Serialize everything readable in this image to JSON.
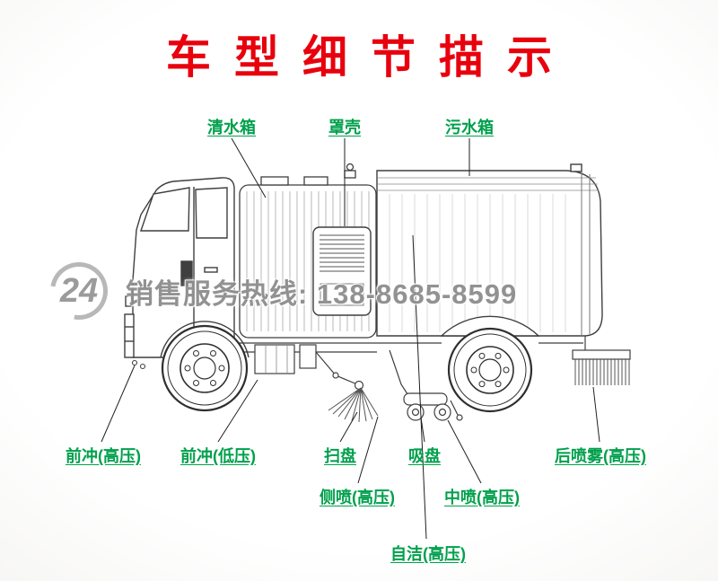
{
  "title": "车型细节描示",
  "watermark": {
    "logo": "24",
    "hotline": "销售服务热线: 138-8685-8599"
  },
  "labels": {
    "clean_water_tank": "清水箱",
    "cover_shell": "罩壳",
    "sewage_tank": "污水箱",
    "front_flush_high": "前冲(高压)",
    "front_flush_low": "前冲(低压)",
    "sweep_disc": "扫盘",
    "suction_disc": "吸盘",
    "side_spray_high": "侧喷(高压)",
    "center_spray_high": "中喷(高压)",
    "self_clean_high": "自洁(高压)",
    "rear_mist_high": "后喷雾(高压)"
  },
  "colors": {
    "title": "#e8000d",
    "label": "#00a04c",
    "watermark": "#8d8d8d"
  }
}
